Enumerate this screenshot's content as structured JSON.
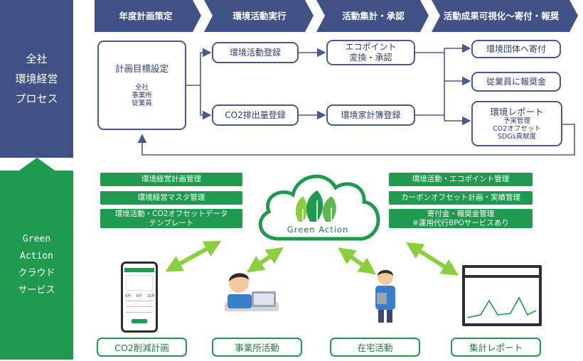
{
  "sidebar": {
    "process": [
      "全社",
      "環境経営",
      "プロセス"
    ],
    "cloud": [
      "Green",
      "Action",
      "クラウド",
      "サービス"
    ]
  },
  "steps": [
    "年度計画策定",
    "環境活動実行",
    "活動集計・承認",
    "活動成果可視化～寄付・報奨"
  ],
  "flow": {
    "plan_title": "計画目標設定",
    "plan_sub": [
      "全社",
      "事業所",
      "従業員"
    ],
    "env_activity": "環境活動登録",
    "co2_register": "CO2排出量登録",
    "ecopoint": [
      "エコポイント",
      "変換・承認"
    ],
    "household": "環境家計簿登録",
    "donate": "環境団体へ寄付",
    "reward": "従業員に報奨金",
    "report_title": "環境レポート",
    "report_sub": [
      "予実管理",
      "CO2オフセット",
      "SDGs貢献度"
    ]
  },
  "features_left": [
    "環境経営計画管理",
    "環境経営マスタ管理",
    "環境活動・CO2オフセットデータ\nテンプレート"
  ],
  "features_right": [
    "環境活動・エコポイント管理",
    "カーボンオフセット計画・実績管理",
    "寄付金・報奨金管理\n※運用代行BPOサービスあり"
  ],
  "logo_text": "Green Action",
  "bottom_labels": [
    "CO2削減計画",
    "事業所活動",
    "在宅活動",
    "集計レポート"
  ],
  "phone_labels": [
    "8月",
    "9月",
    "10月"
  ],
  "colors": {
    "navy": "#3f5185",
    "green": "#1f9a4f",
    "light_green": "#8ccf3e"
  }
}
